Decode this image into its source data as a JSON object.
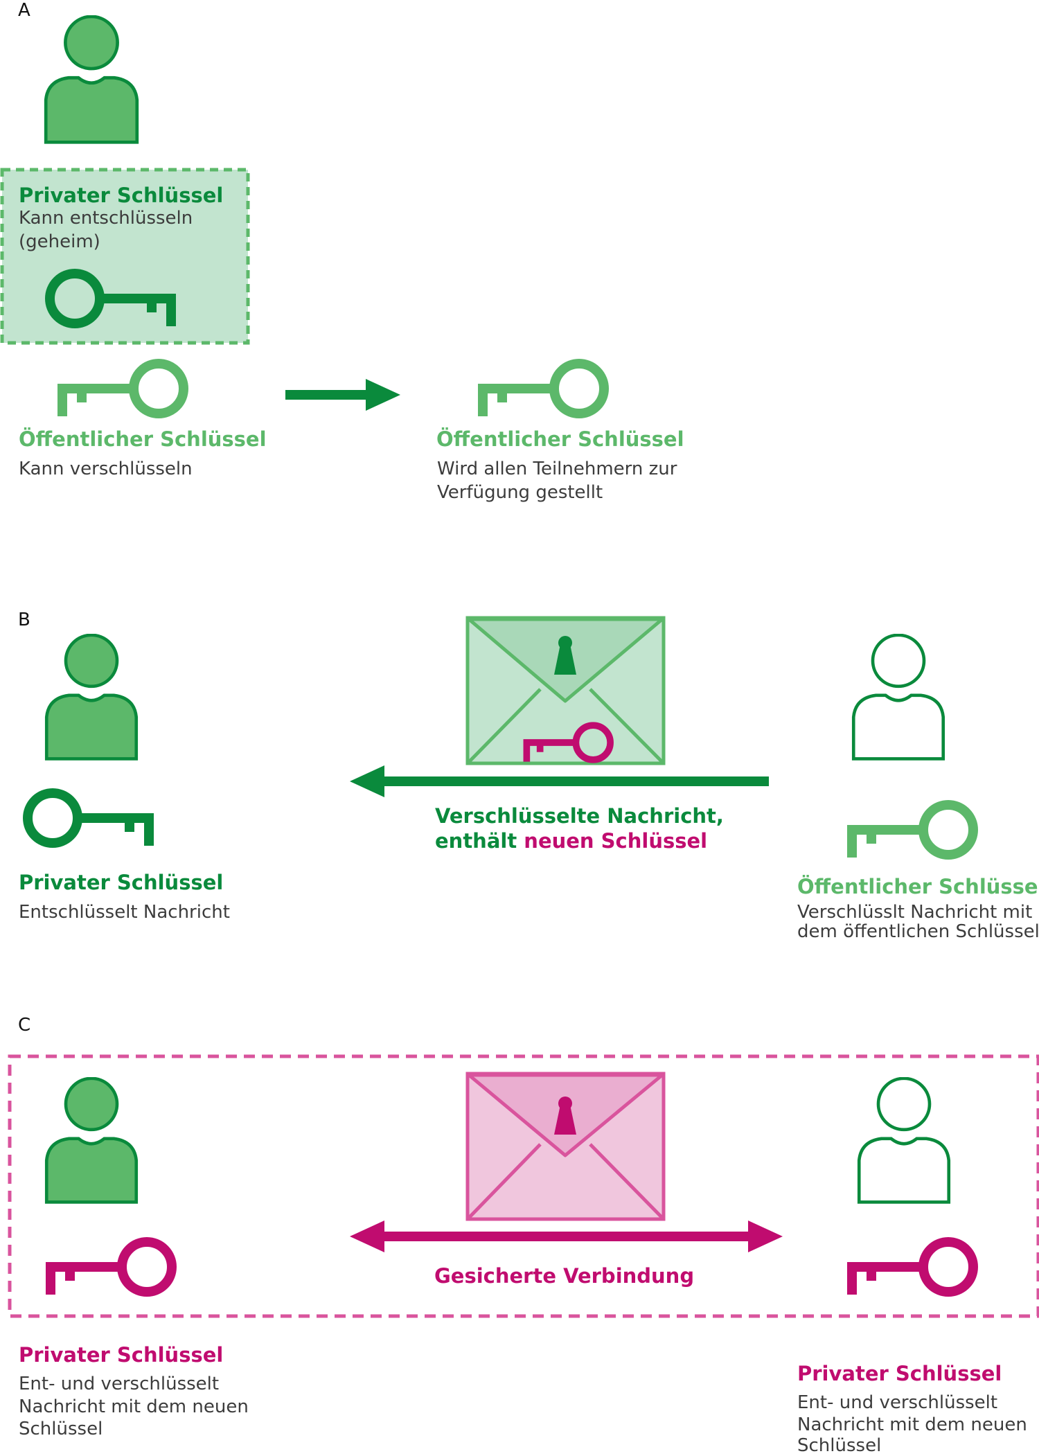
{
  "colors": {
    "dark_green": "#0a8a3c",
    "light_green": "#5cb86a",
    "pale_green": "#c2e4cf",
    "magenta": "#c00c6f",
    "pale_magenta": "#f0c6dd",
    "text": "#3c3c3c"
  },
  "section_a": {
    "letter": "A",
    "person_icon": "person-filled-icon",
    "private_key": {
      "title": "Privater Schlüssel",
      "line1": "Kann entschlüsseln",
      "line2": "(geheim)",
      "icon": "key-icon"
    },
    "public_key_left": {
      "title": "Öffentlicher Schlüssel",
      "line1": "Kann verschlüsseln",
      "icon": "key-icon"
    },
    "arrow_icon": "arrow-right-icon",
    "public_key_right": {
      "title": "Öffentlicher Schlüssel",
      "line1": "Wird allen Teilnehmern zur",
      "line2": "Verfügung gestellt",
      "icon": "key-icon"
    }
  },
  "section_b": {
    "letter": "B",
    "left": {
      "person_icon": "person-filled-icon",
      "title": "Privater Schlüssel",
      "line1": "Entschlüsselt Nachricht"
    },
    "envelope_icon": "envelope-locked-icon",
    "arrow_icon": "arrow-left-icon",
    "message": {
      "line1": "Verschlüsselte Nachricht,",
      "line2_prefix": "enthält ",
      "line2_highlight": "neuen Schlüssel"
    },
    "right": {
      "person_icon": "person-outline-icon",
      "title": "Öffentlicher Schlüssel",
      "line1": "Verschlüsslt Nachricht mit",
      "line2": "dem öffentlichen Schlüssel"
    }
  },
  "section_c": {
    "letter": "C",
    "envelope_icon": "envelope-locked-icon",
    "arrow_icon": "arrow-double-icon",
    "connection_label": "Gesicherte Verbindung",
    "left": {
      "person_icon": "person-filled-icon",
      "title": "Privater Schlüssel",
      "line1": "Ent- und verschlüsselt",
      "line2": "Nachricht mit dem neuen",
      "line3": "Schlüssel"
    },
    "right": {
      "person_icon": "person-outline-icon",
      "title": "Privater Schlüssel",
      "line1": "Ent- und verschlüsselt",
      "line2": "Nachricht mit dem neuen",
      "line3": "Schlüssel"
    }
  }
}
